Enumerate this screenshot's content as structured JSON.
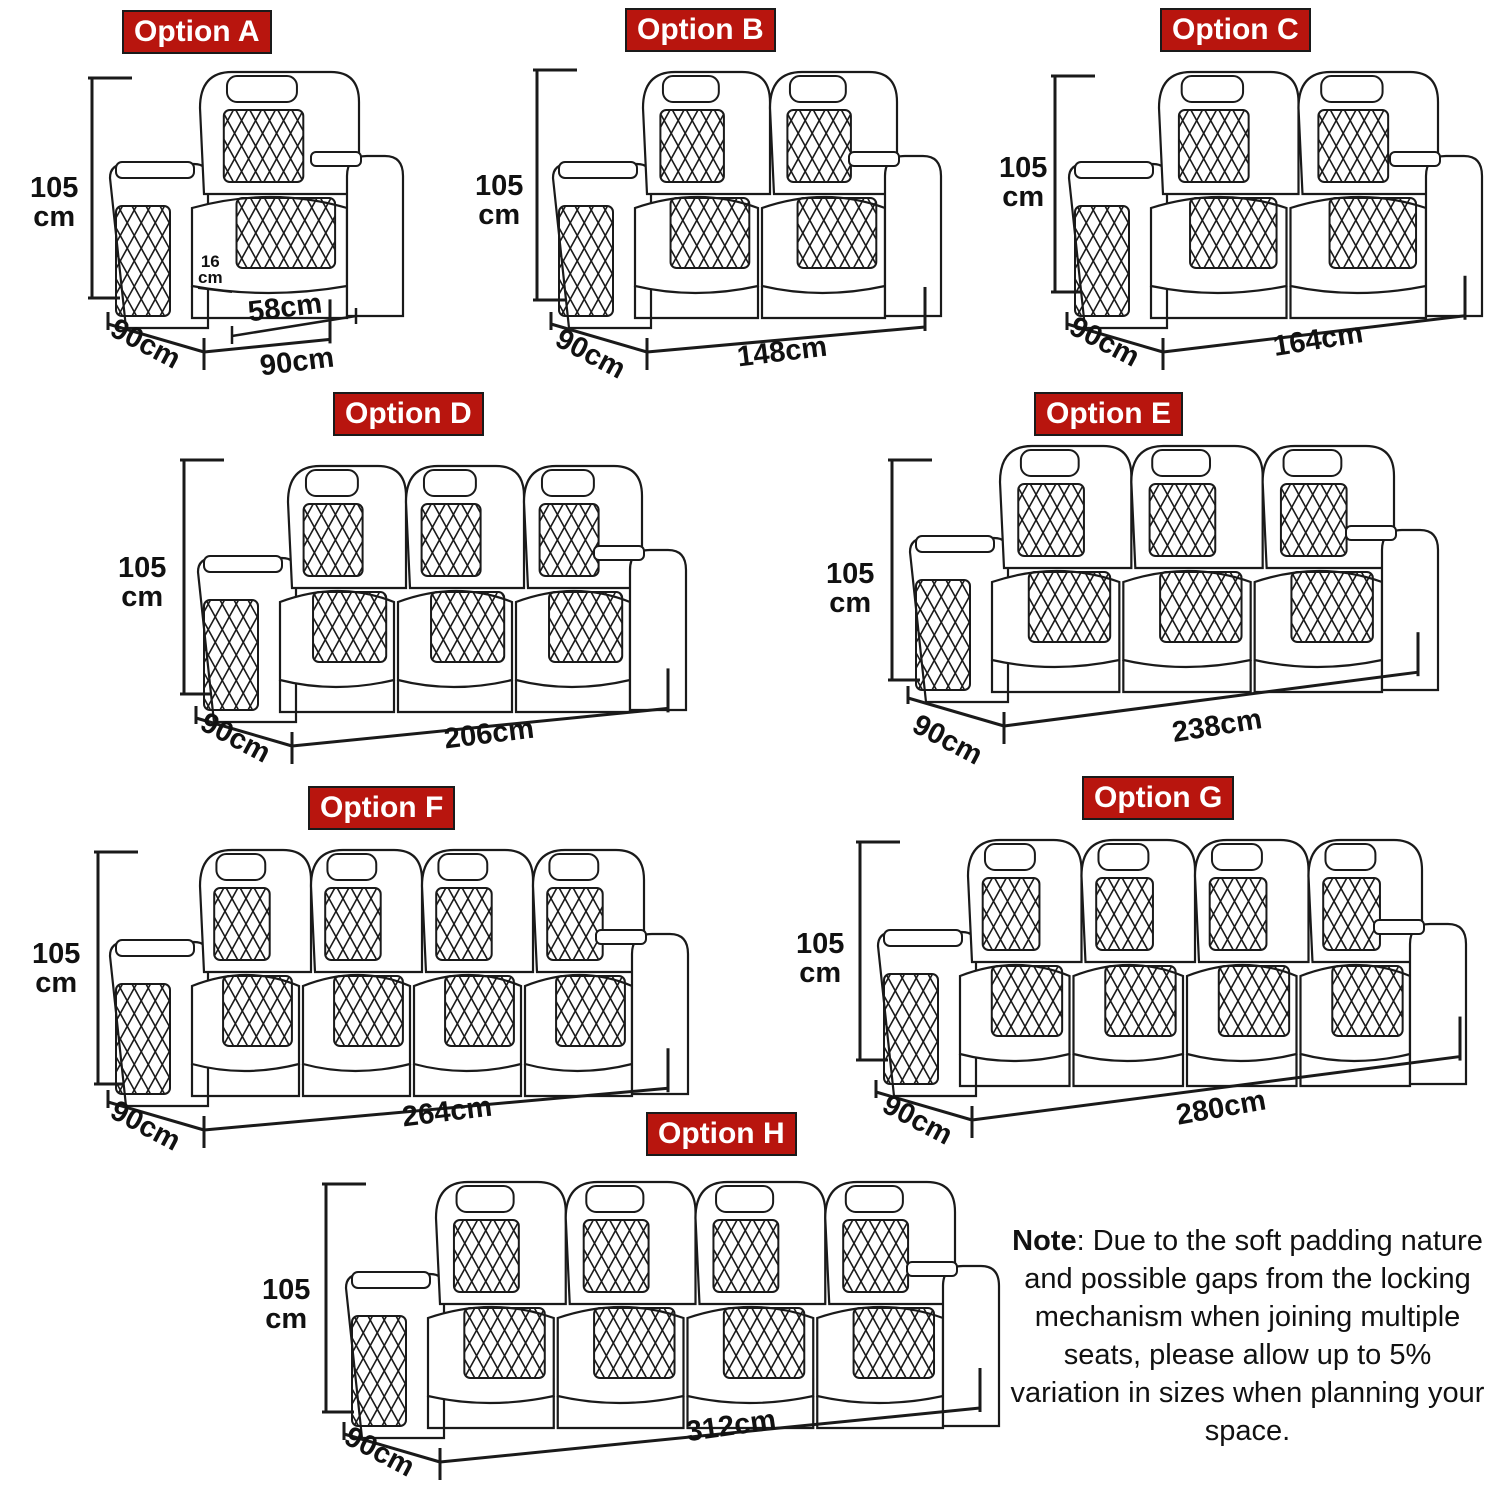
{
  "colors": {
    "label_bg": "#b8150e",
    "label_text": "#ffffff",
    "line": "#1a1a1a"
  },
  "icons": {
    "seat": "recliner-seat-icon",
    "dimension": "dimension-line-icon"
  },
  "options": [
    {
      "label": "Option A",
      "seats": 1,
      "height": "105\ncm",
      "depth": "90cm",
      "width": "90cm",
      "seat_width": "58cm",
      "arm_width": "16\ncm"
    },
    {
      "label": "Option B",
      "seats": 2,
      "height": "105\ncm",
      "depth": "90cm",
      "width": "148cm"
    },
    {
      "label": "Option C",
      "seats": 2,
      "height": "105\ncm",
      "depth": "90cm",
      "width": "164cm"
    },
    {
      "label": "Option D",
      "seats": 3,
      "height": "105\ncm",
      "depth": "90cm",
      "width": "206cm"
    },
    {
      "label": "Option E",
      "seats": 3,
      "height": "105\ncm",
      "depth": "90cm",
      "width": "238cm"
    },
    {
      "label": "Option F",
      "seats": 4,
      "height": "105\ncm",
      "depth": "90cm",
      "width": "264cm"
    },
    {
      "label": "Option G",
      "seats": 4,
      "height": "105\ncm",
      "depth": "90cm",
      "width": "280cm"
    },
    {
      "label": "Option H",
      "seats": 4,
      "height": "105\ncm",
      "depth": "90cm",
      "width": "312cm"
    }
  ],
  "note": {
    "lead": "Note",
    "text": ": Due to the soft padding nature and possible gaps from the locking mechanism when joining multiple seats, please allow up to 5% variation in sizes when planning your space."
  }
}
